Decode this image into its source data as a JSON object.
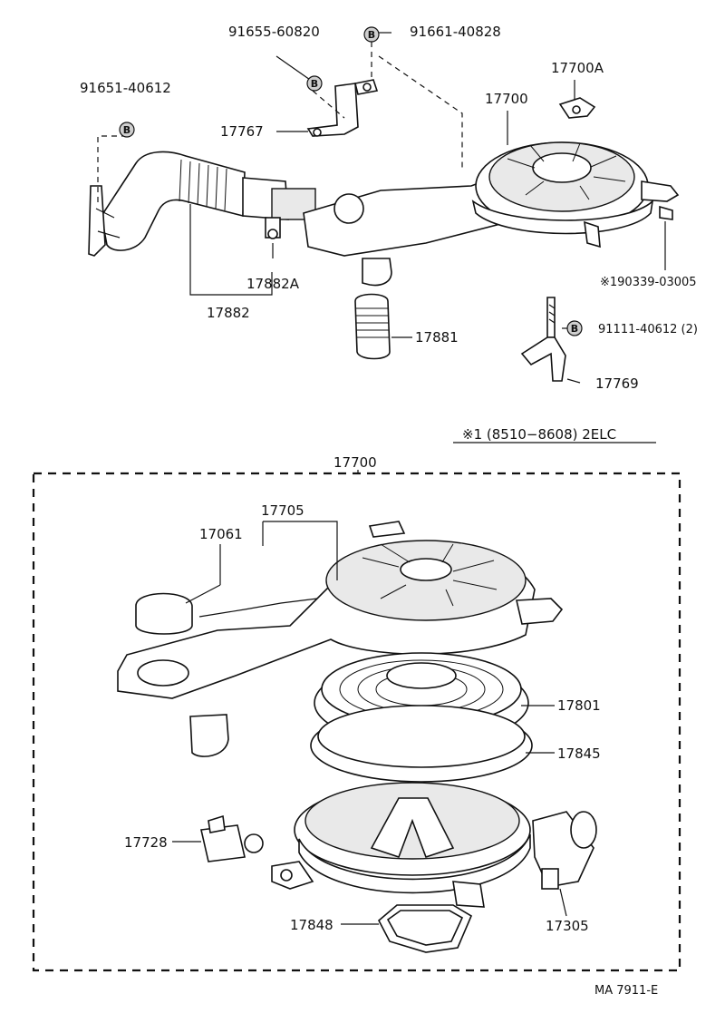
{
  "badge_letter": "B",
  "labels": {
    "p91655": "91655-60820",
    "p91661": "91661-40828",
    "p91651": "91651-40612",
    "p17700A": "17700A",
    "p17700_top": "17700",
    "p17767": "17767",
    "p17882A": "17882A",
    "p17882": "17882",
    "p190339": "※190339-03005",
    "p17881": "17881",
    "p91111": "91111-40612 (2)",
    "p17769": "17769",
    "note": "※1  (8510−8608) 2ELC",
    "p17700_box": "17700",
    "p17705": "17705",
    "p17061": "17061",
    "p17801": "17801",
    "p17845": "17845",
    "p17728": "17728",
    "p17848": "17848",
    "p17305": "17305",
    "drawing_ref": "MA 7911-E"
  }
}
